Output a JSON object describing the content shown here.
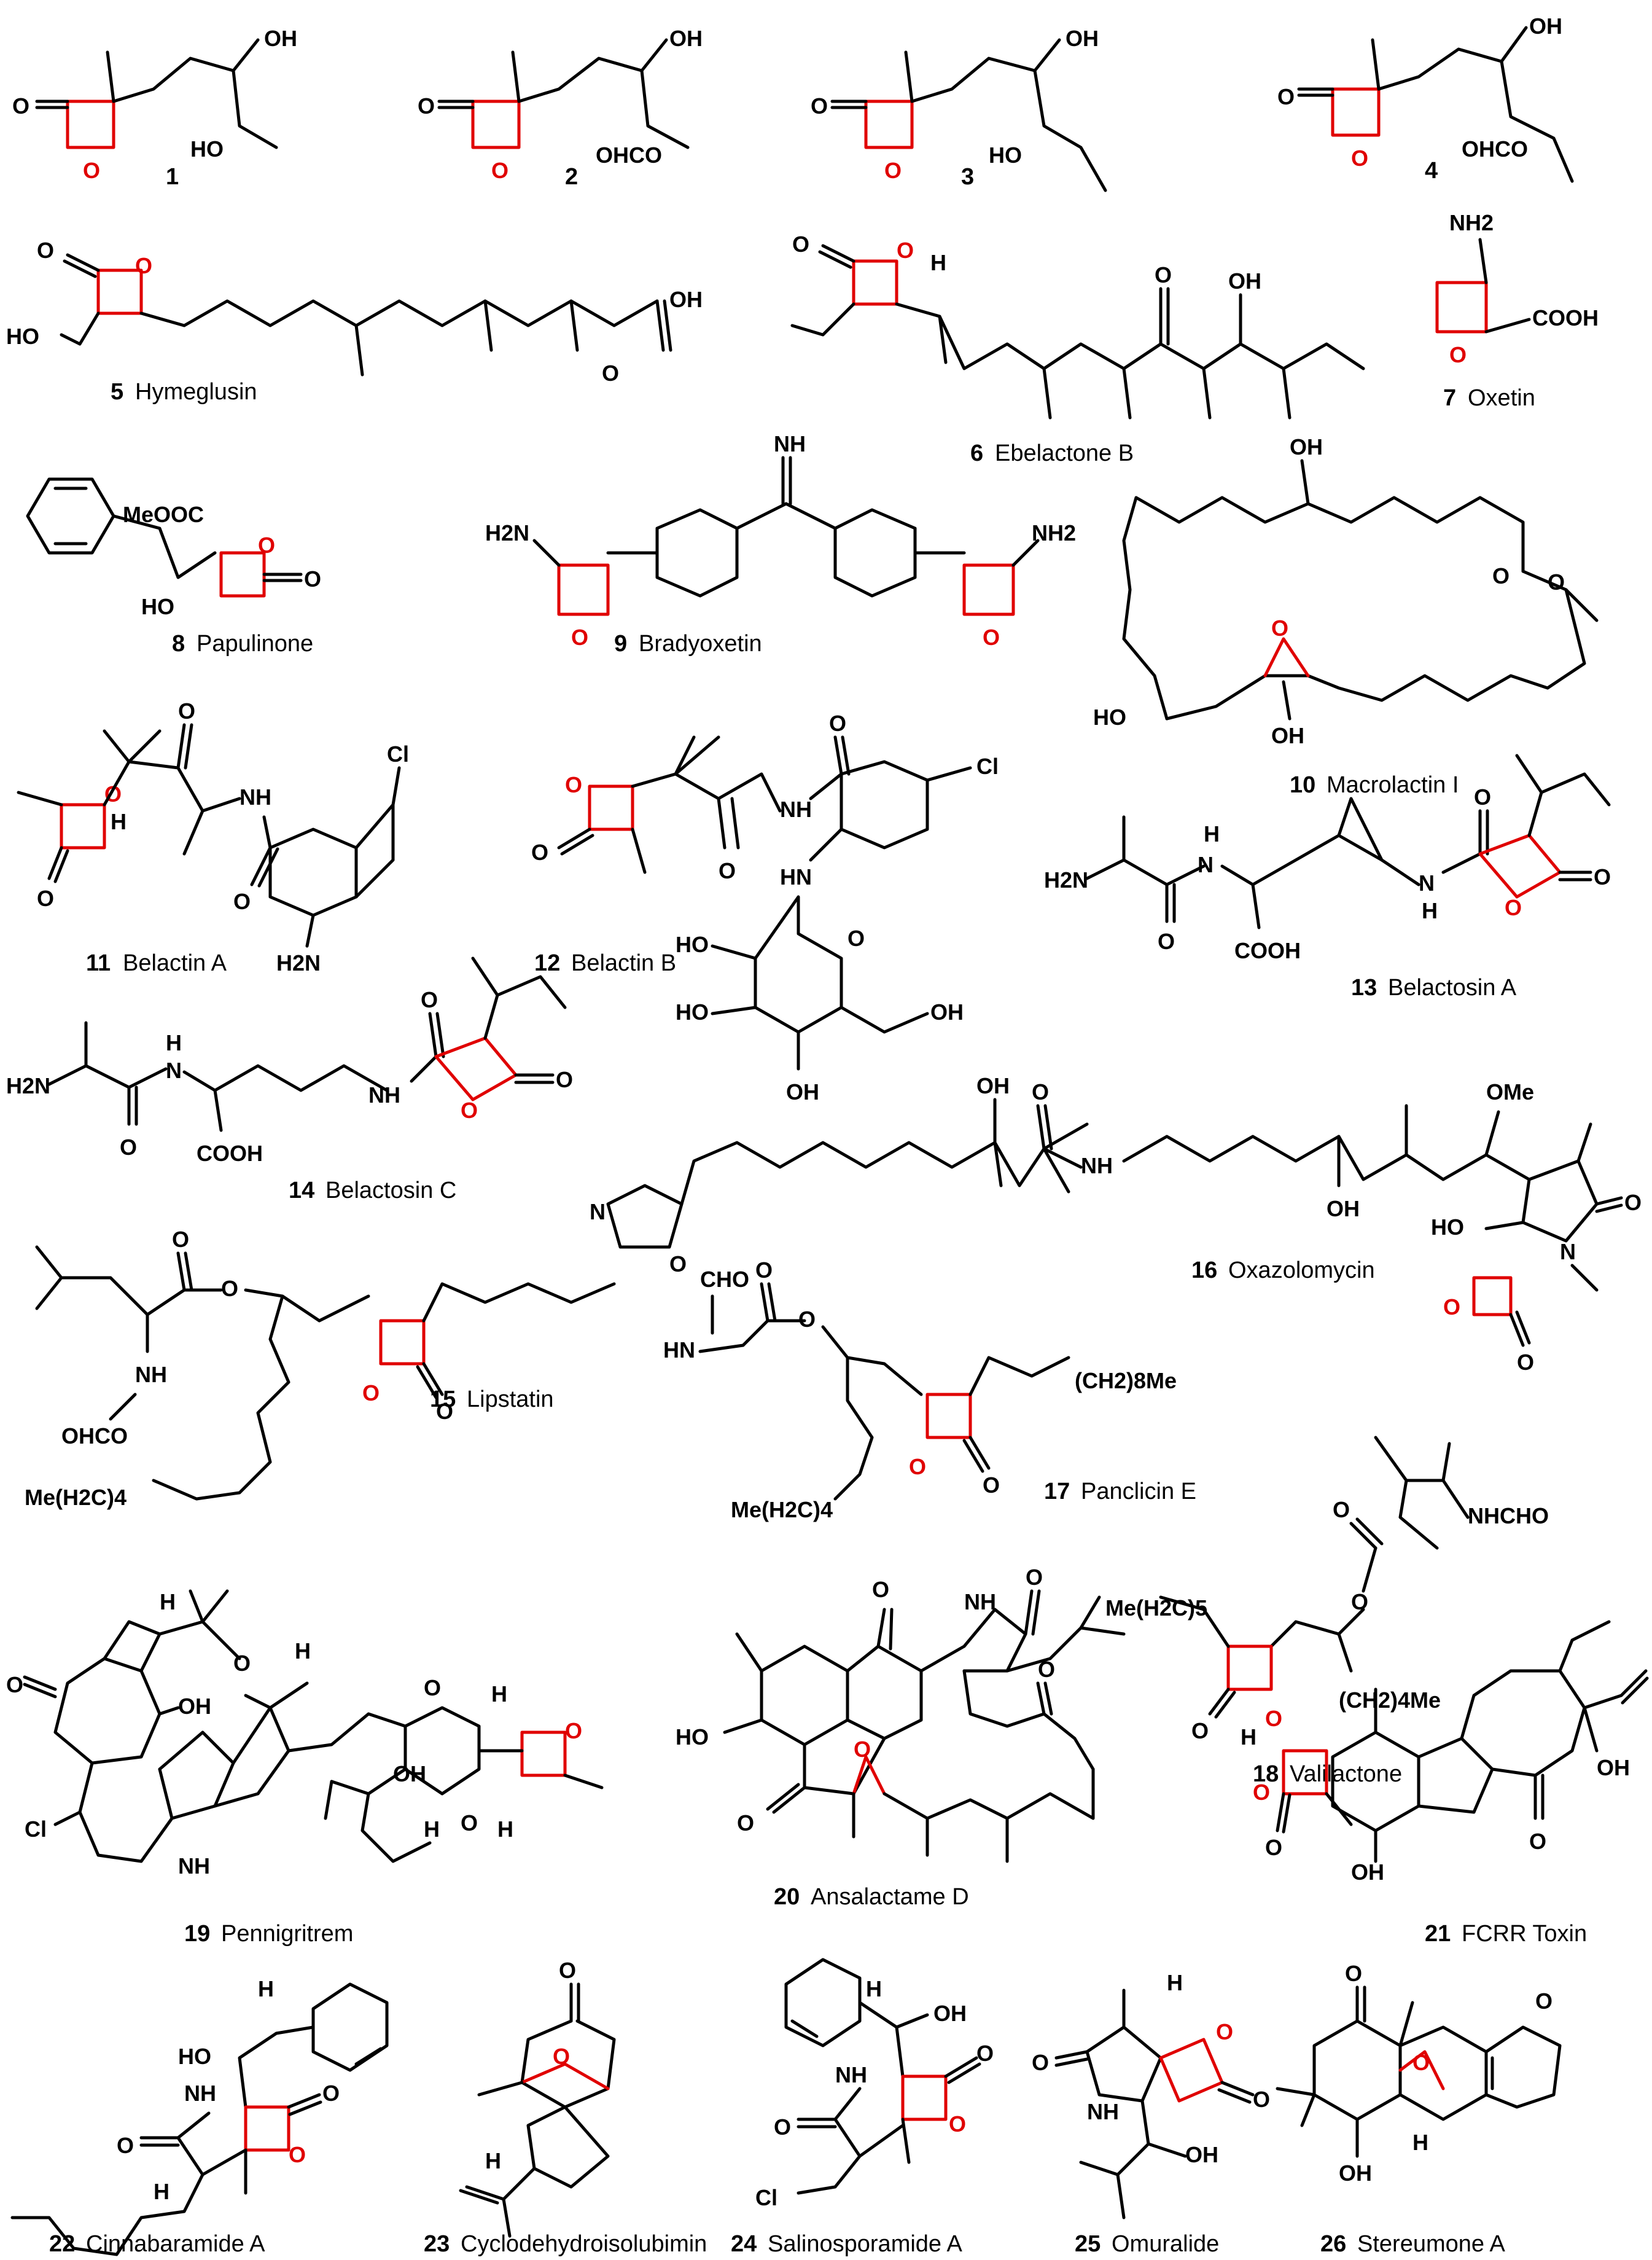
{
  "compounds": [
    {
      "number": "1",
      "name": ""
    },
    {
      "number": "2",
      "name": ""
    },
    {
      "number": "3",
      "name": ""
    },
    {
      "number": "4",
      "name": ""
    },
    {
      "number": "5",
      "name": "Hymeglusin"
    },
    {
      "number": "6",
      "name": "Ebelactone B"
    },
    {
      "number": "7",
      "name": "Oxetin"
    },
    {
      "number": "8",
      "name": "Papulinone"
    },
    {
      "number": "9",
      "name": "Bradyoxetin"
    },
    {
      "number": "10",
      "name": "Macrolactin I"
    },
    {
      "number": "11",
      "name": "Belactin A"
    },
    {
      "number": "12",
      "name": "Belactin B"
    },
    {
      "number": "13",
      "name": "Belactosin A"
    },
    {
      "number": "14",
      "name": "Belactosin C"
    },
    {
      "number": "15",
      "name": "Lipstatin"
    },
    {
      "number": "16",
      "name": "Oxazolomycin"
    },
    {
      "number": "17",
      "name": "Panclicin E"
    },
    {
      "number": "18",
      "name": "Valilactone"
    },
    {
      "number": "19",
      "name": "Pennigritrem"
    },
    {
      "number": "20",
      "name": "Ansalactame D"
    },
    {
      "number": "21",
      "name": "FCRR Toxin"
    },
    {
      "number": "22",
      "name": "Cinnabaramide A"
    },
    {
      "number": "23",
      "name": "Cyclodehydroisolubimin"
    },
    {
      "number": "24",
      "name": "Salinosporamide A"
    },
    {
      "number": "25",
      "name": "Omuralide"
    },
    {
      "number": "26",
      "name": "Stereumone A"
    }
  ],
  "atom_labels": {
    "o": "O",
    "oh": "OH",
    "ho": "HO",
    "h": "H",
    "nh": "NH",
    "hn": "HN",
    "n": "N",
    "cl": "Cl",
    "nh2": "NH2",
    "h2n": "H2N",
    "cooh": "COOH",
    "ohco": "OHCO",
    "cho": "CHO",
    "nhcho": "NHCHO",
    "meooc": "MeOOC",
    "ome": "OMe",
    "nhimine": "NH",
    "ch2_8me": "(CH2)8Me",
    "ch2_4me": "(CH2)4Me",
    "me_h2c_4": "Me(H2C)4",
    "me_h2c_5": "Me(H2C)5"
  },
  "colors": {
    "ring_highlight": "#e00000",
    "bond": "#000000",
    "background": "#ffffff"
  }
}
